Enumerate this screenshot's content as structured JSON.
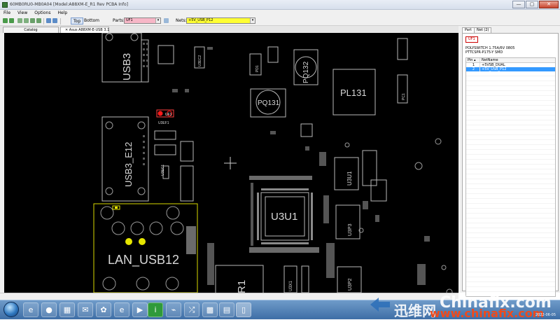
{
  "window": {
    "title": "60MB0RU0-MB0A04 [Model:A88XM-E_R1 Rev PCBA Info]",
    "buttons": [
      "—",
      "▢",
      "✕"
    ]
  },
  "menu": [
    "File",
    "View",
    "Options",
    "Help"
  ],
  "toolbar": {
    "top_label": "Top",
    "bottom_label": "Bottom",
    "parts_label": "Parts:",
    "parts_value": "UF1",
    "nets_label": "Nets:",
    "nets_value": "+5V_USB_P12"
  },
  "tabs": [
    {
      "label": "Catalog"
    },
    {
      "label": "Asus A88XM-E-USB 3.1"
    }
  ],
  "board": {
    "labels": {
      "usb3": "USB3",
      "usb3_12": "USB3_E12",
      "lan_usb12": "LAN_USB12",
      "pl131": "PL131",
      "pq131": "PQ131",
      "pq132": "PQ132",
      "u3u1": "U3U1",
      "u3u1_side": "U3U1",
      "u3ec1": "U3EC1",
      "u3ec2": "U3EC2",
      "u3ef": "U3EF1",
      "uf1": "UF1",
      "r1": "R1",
      "u3x1": "U3X1",
      "u3p3": "U3P3",
      "u3p2": "U3P2",
      "pd1": "PD1",
      "pc1": "PC1"
    },
    "colors": {
      "background": "#000000",
      "outline": "#b8b8b8",
      "highlight": "#ff1a1a",
      "lan_outline": "#e0e000",
      "pad_yellow": "#e6e600"
    }
  },
  "right_panel": {
    "tabs": [
      "Part",
      "Net (2)"
    ],
    "part_name": "UF1",
    "desc_line1": "POLYSWITCH 1.75A/6V 0805",
    "desc_line2": "PTTCSPR-P175-Y SMD",
    "table_headers": [
      "Pin",
      "NetName"
    ],
    "rows": [
      {
        "pin": "1",
        "net": "+5VSB_DUAL"
      },
      {
        "pin": "2",
        "net": "+5V_USB_P12"
      }
    ]
  },
  "watermark": {
    "brand_cn": "迅维网",
    "brand_en": "Chinafix.com",
    "url": "www.chinafix.com"
  },
  "taskbar": {
    "clock": "2022-06-05"
  }
}
